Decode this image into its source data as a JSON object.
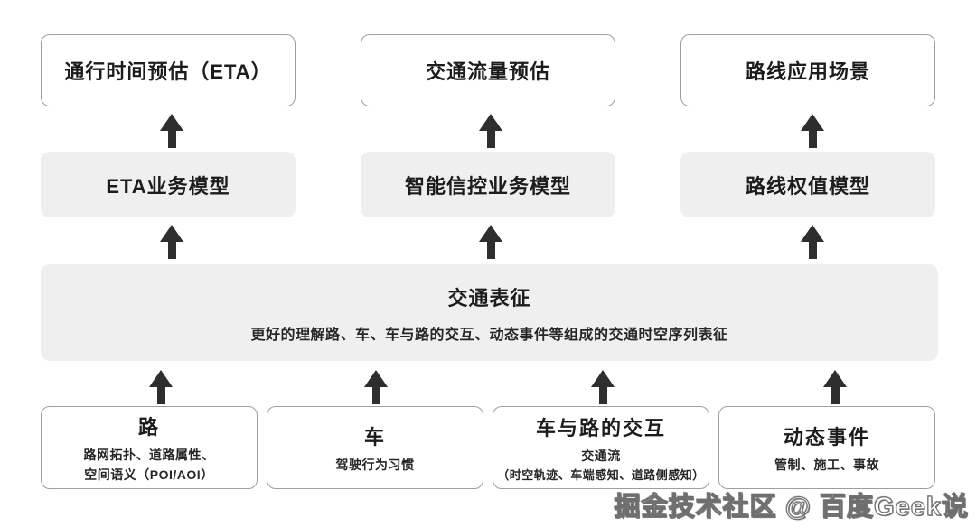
{
  "diagram": {
    "top_row": [
      {
        "label": "通行时间预估（ETA）"
      },
      {
        "label": "交通流量预估"
      },
      {
        "label": "路线应用场景"
      }
    ],
    "model_row": [
      {
        "label": "ETA业务模型"
      },
      {
        "label": "智能信控业务模型"
      },
      {
        "label": "路线权值模型"
      }
    ],
    "representation": {
      "title": "交通表征",
      "subtitle": "更好的理解路、车、车与路的交互、动态事件等组成的交通时空序列表征"
    },
    "input_row": [
      {
        "title": "路",
        "line1": "路网拓扑、道路属性、",
        "line2": "空间语义（POI/AOI）"
      },
      {
        "title": "车",
        "line1": "驾驶行为习惯"
      },
      {
        "title": "车与路的交互",
        "line1": "交通流",
        "line2": "（时空轨迹、车端感知、道路侧感知）"
      },
      {
        "title": "动态事件",
        "line1": "管制、施工、事故"
      }
    ],
    "watermark": "掘金技术社区 @ 百度Geek说",
    "colors": {
      "box_fill_gray": "#efefef",
      "box_border": "#9e9e9e",
      "arrow": "#2e2e2e",
      "text": "#1c1c1c"
    }
  }
}
